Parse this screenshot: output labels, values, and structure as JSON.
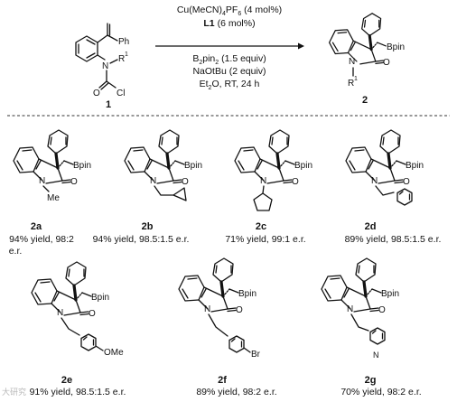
{
  "reaction": {
    "catalyst_prefix": "Cu(MeCN)",
    "catalyst_sub": "4",
    "catalyst_mid": "PF",
    "catalyst_sub2": "6",
    "catalyst_loading": "(4 mol%)",
    "ligand": "L1",
    "ligand_loading": "(6 mol%)",
    "boron_prefix": "B",
    "boron_sub": "2",
    "boron_mid": "pin",
    "boron_sub2": "2",
    "boron_loading": "(1.5 equiv)",
    "base": "NaOtBu (2 equiv)",
    "solvent_prefix": "Et",
    "solvent_sub": "2",
    "solvent_rest": "O, RT, 24 h",
    "sm_id": "1",
    "product_id": "2",
    "sm_labels": {
      "ph": "Ph",
      "n": "N",
      "r": "R",
      "r_sup": "1",
      "o": "O",
      "cl": "Cl"
    },
    "product_labels": {
      "ph": "Ph",
      "bpin": "Bpin",
      "n": "N",
      "o": "O",
      "r": "R",
      "r_sup": "1"
    }
  },
  "common_labels": {
    "bpin": "Bpin",
    "n": "N",
    "o": "O"
  },
  "substituent_labels": {
    "me": "Me",
    "ome": "OMe",
    "br": "Br",
    "pyr_n": "N"
  },
  "products": [
    {
      "id": "2a",
      "line1": "94% yield, 98:2",
      "line2": "e.r."
    },
    {
      "id": "2b",
      "line1": "94% yield, 98.5:1.5 e.r.",
      "line2": ""
    },
    {
      "id": "2c",
      "line1": "71% yield, 99:1 e.r.",
      "line2": ""
    },
    {
      "id": "2d",
      "line1": "89% yield, 98.5:1.5 e.r.",
      "line2": ""
    },
    {
      "id": "2e",
      "line1": "91% yield, 98.5:1.5 e.r.",
      "line2": ""
    },
    {
      "id": "2f",
      "line1": "89% yield, 98:2 e.r.",
      "line2": ""
    },
    {
      "id": "2g",
      "line1": "70% yield, 98:2 e.r.",
      "line2": ""
    }
  ],
  "watermark": "大研究"
}
